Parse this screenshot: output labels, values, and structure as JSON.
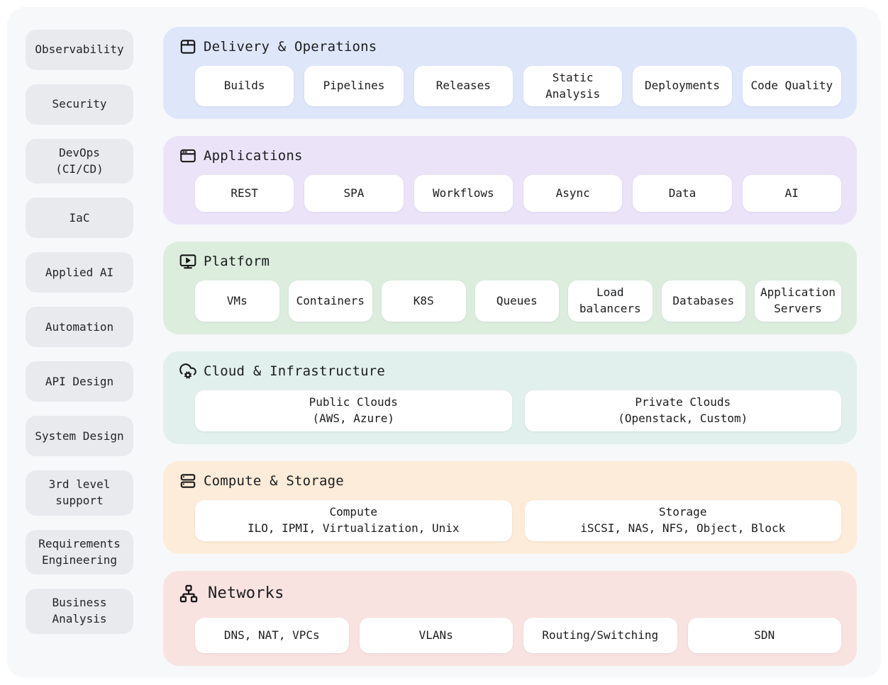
{
  "sidebar": {
    "items": [
      {
        "label": "Observability"
      },
      {
        "label": "Security"
      },
      {
        "label": "DevOps\n(CI/CD)"
      },
      {
        "label": "IaC"
      },
      {
        "label": "Applied AI"
      },
      {
        "label": "Automation"
      },
      {
        "label": "API Design"
      },
      {
        "label": "System Design"
      },
      {
        "label": "3rd level\nsupport"
      },
      {
        "label": "Requirements\nEngineering"
      },
      {
        "label": "Business\nAnalysis"
      }
    ]
  },
  "bands": [
    {
      "title": "Delivery & Operations",
      "icon": "package-icon",
      "color": "#dee7fa",
      "chips": [
        {
          "label": "Builds"
        },
        {
          "label": "Pipelines"
        },
        {
          "label": "Releases"
        },
        {
          "label": "Static\nAnalysis"
        },
        {
          "label": "Deployments"
        },
        {
          "label": "Code Quality"
        }
      ]
    },
    {
      "title": "Applications",
      "icon": "browser-window-icon",
      "color": "#ebe4f8",
      "chips": [
        {
          "label": "REST"
        },
        {
          "label": "SPA"
        },
        {
          "label": "Workflows"
        },
        {
          "label": "Async"
        },
        {
          "label": "Data"
        },
        {
          "label": "AI"
        }
      ]
    },
    {
      "title": "Platform",
      "icon": "monitor-play-icon",
      "color": "#dcedde",
      "chips": [
        {
          "label": "VMs"
        },
        {
          "label": "Containers"
        },
        {
          "label": "K8S"
        },
        {
          "label": "Queues"
        },
        {
          "label": "Load\nbalancers"
        },
        {
          "label": "Databases"
        },
        {
          "label": "Application\nServers"
        }
      ]
    },
    {
      "title": "Cloud & Infrastructure",
      "icon": "cloud-gear-icon",
      "color": "#e2f0ed",
      "chips": [
        {
          "label": "Public Clouds\n(AWS, Azure)"
        },
        {
          "label": "Private Clouds\n(Openstack, Custom)"
        }
      ]
    },
    {
      "title": "Compute & Storage",
      "icon": "server-stack-icon",
      "color": "#fdecd9",
      "chips": [
        {
          "label": "Compute\nILO, IPMI, Virtualization, Unix"
        },
        {
          "label": "Storage\niSCSI, NAS, NFS, Object, Block"
        }
      ]
    },
    {
      "title": "Networks",
      "icon": "network-tree-icon",
      "color": "#f9e3e1",
      "chips": [
        {
          "label": "DNS, NAT, VPCs"
        },
        {
          "label": "VLANs"
        },
        {
          "label": "Routing/Switching"
        },
        {
          "label": "SDN"
        }
      ]
    }
  ],
  "colors": {
    "page_bg": "#ffffff",
    "panel_bg": "#f7f8fa",
    "sidebar_chip_bg": "#e8eaed",
    "chip_bg": "#ffffff",
    "text": "#1b1c1e"
  }
}
